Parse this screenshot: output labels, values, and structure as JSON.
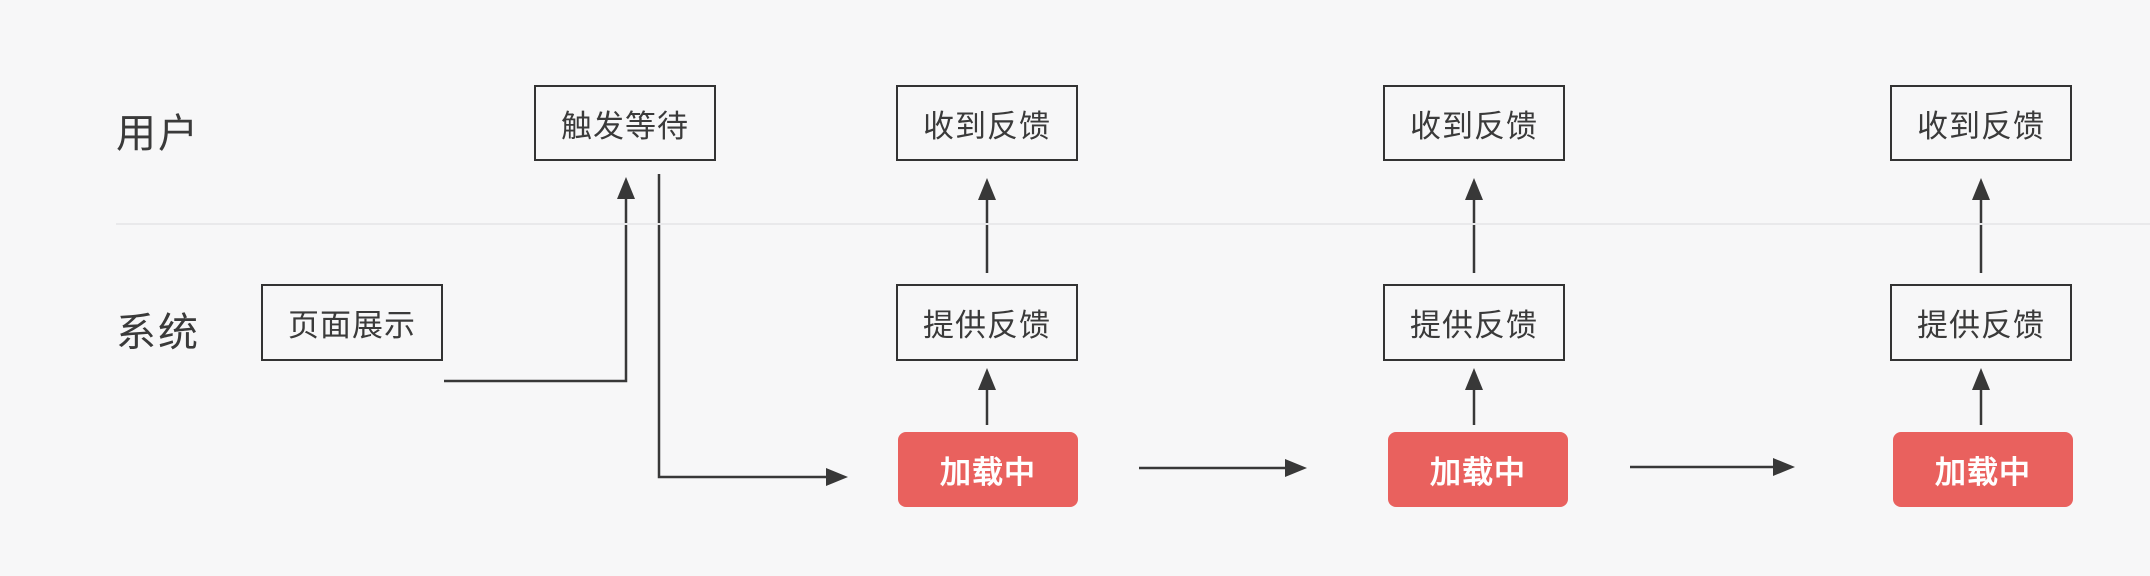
{
  "diagram": {
    "lanes": {
      "user": {
        "label": "用户"
      },
      "system": {
        "label": "系统"
      }
    },
    "nodes": {
      "trigger_wait": {
        "label": "触发等待"
      },
      "page_display": {
        "label": "页面展示"
      },
      "receive_feedback_1": {
        "label": "收到反馈"
      },
      "receive_feedback_2": {
        "label": "收到反馈"
      },
      "receive_feedback_3": {
        "label": "收到反馈"
      },
      "provide_feedback_1": {
        "label": "提供反馈"
      },
      "provide_feedback_2": {
        "label": "提供反馈"
      },
      "provide_feedback_3": {
        "label": "提供反馈"
      },
      "loading_1": {
        "label": "加载中"
      },
      "loading_2": {
        "label": "加载中"
      },
      "loading_3": {
        "label": "加载中"
      }
    },
    "colors": {
      "background": "#f7f7f8",
      "box_border": "#333333",
      "text": "#3a3a3a",
      "arrow": "#383838",
      "divider": "#e9e9eb",
      "loading_background": "#e9615e",
      "loading_text": "#ffffff"
    }
  }
}
